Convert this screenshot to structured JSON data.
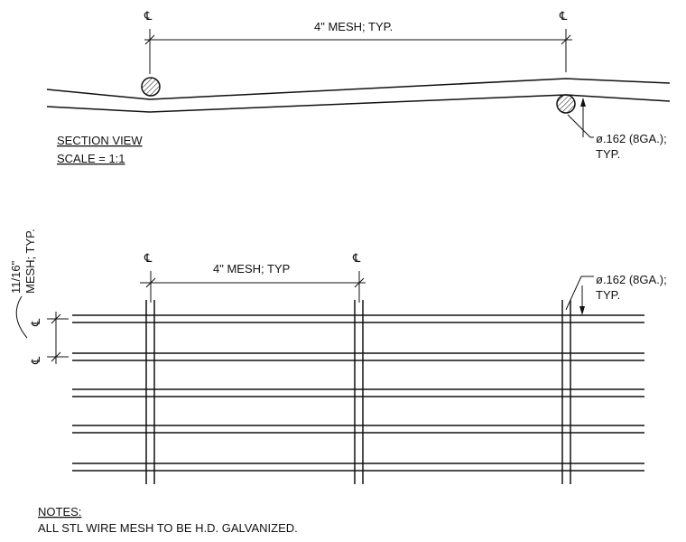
{
  "section_view": {
    "centerline_symbol": "℄",
    "mesh_dim_label": "4\" MESH; TYP.",
    "wire_callout_line1": "ø.162 (8GA.);",
    "wire_callout_line2": "TYP.",
    "title": "SECTION VIEW",
    "scale": "SCALE = 1:1"
  },
  "plan_view": {
    "centerline_symbol": "℄",
    "mesh_dim_label": "4\" MESH; TYP",
    "wire_callout_line1": "ø.162 (8GA.);",
    "wire_callout_line2": "TYP.",
    "spacing_label_line1": "11/16\"",
    "spacing_label_line2": "MESH; TYP."
  },
  "notes": {
    "heading": "NOTES:",
    "line1": "ALL STL WIRE MESH TO BE H.D. GALVANIZED."
  }
}
